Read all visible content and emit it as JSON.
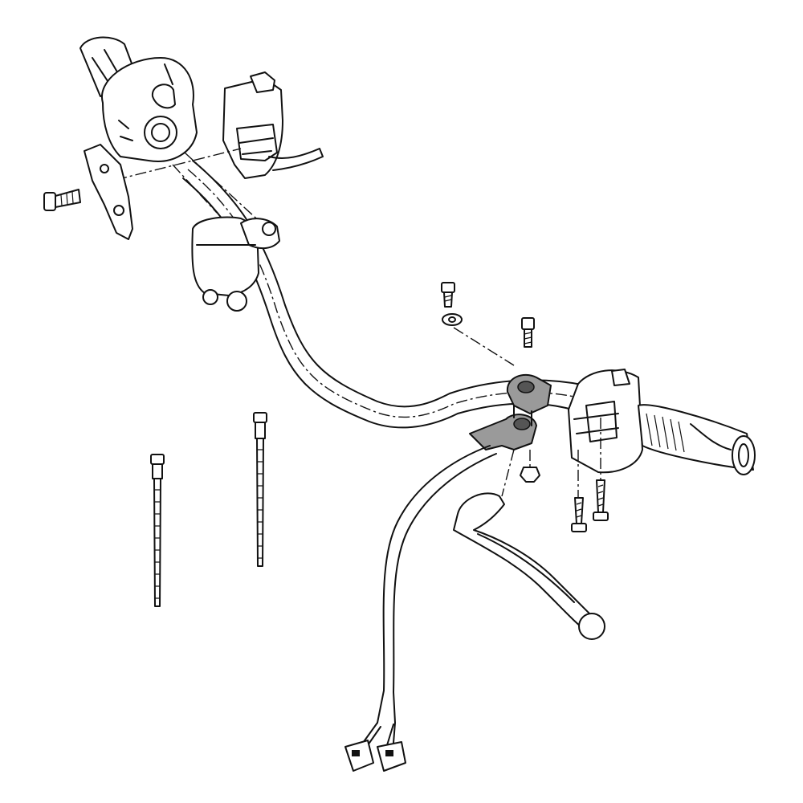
{
  "figure": {
    "colors": {
      "line": "#111111",
      "background": "#ffffff",
      "highlight": "#9a9a9a"
    },
    "parts": [
      "left-switch-housing",
      "left-switch-housing-cover",
      "housing-screw",
      "mounting-bracket",
      "master-cylinder",
      "handlebar",
      "clamp-bolt-upper",
      "washer",
      "clamp-bolt",
      "lever-bracket-clamp",
      "clamp-nut",
      "right-switch-housing",
      "housing-screws",
      "throttle-grip",
      "lever",
      "cable-tie-short",
      "cable-tie-long",
      "wiring-harness",
      "connectors"
    ]
  }
}
